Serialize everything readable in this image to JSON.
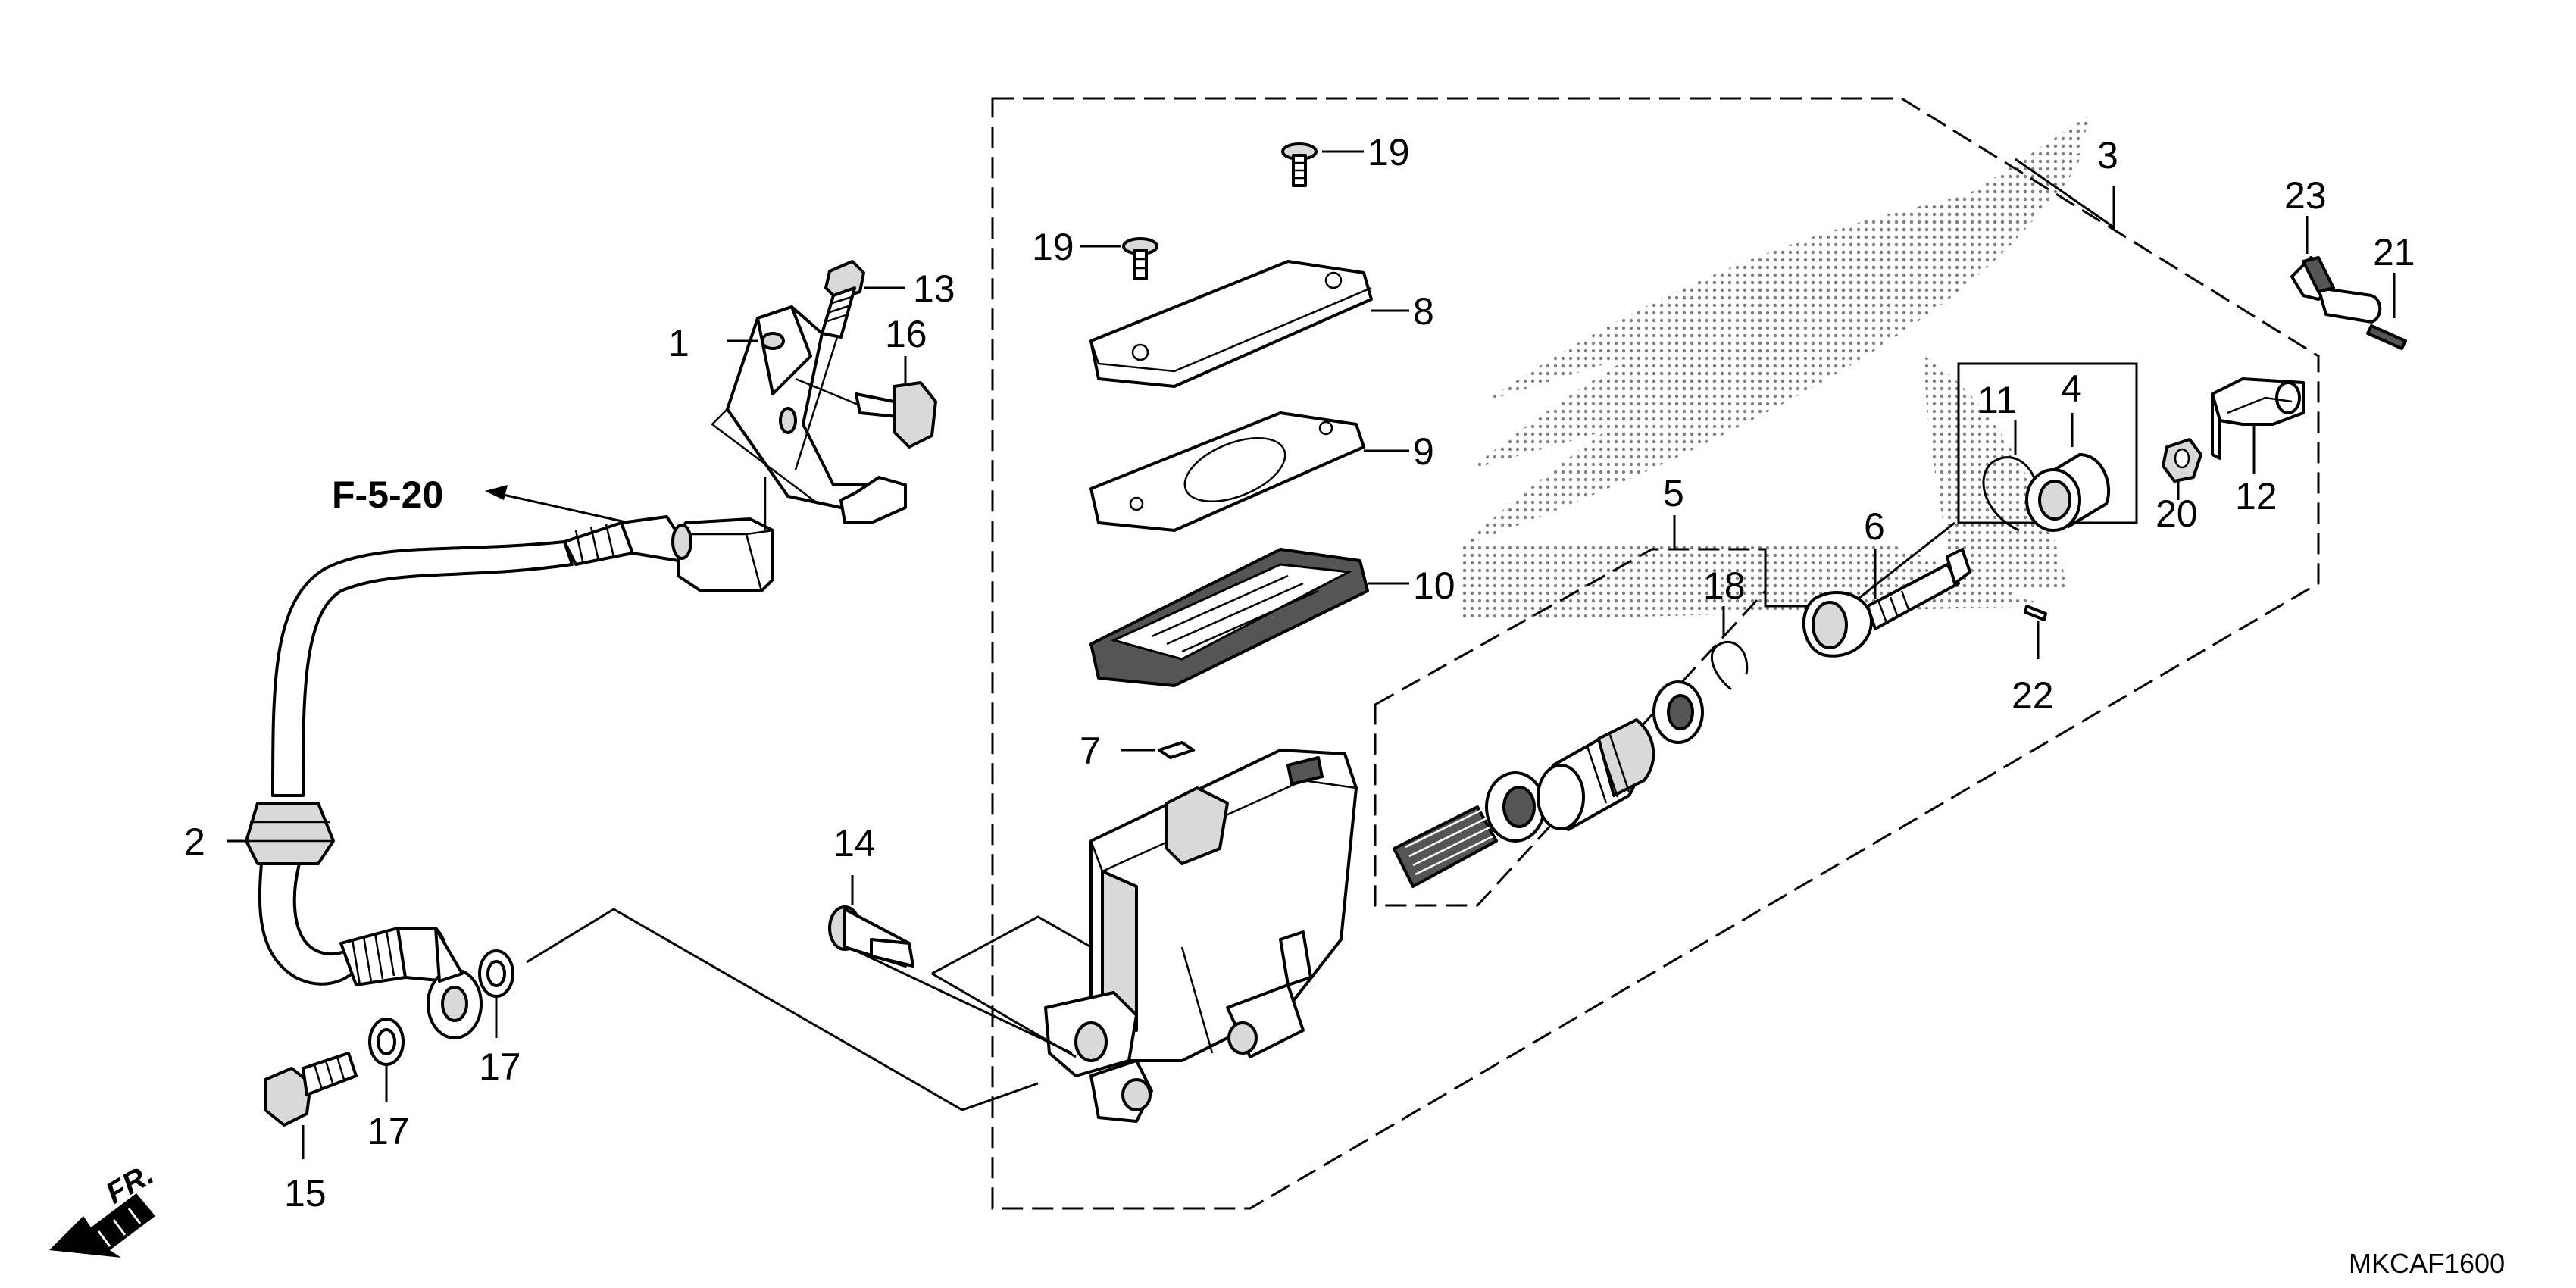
{
  "diagram": {
    "callouts": {
      "c1": "1",
      "c2": "2",
      "c3": "3",
      "c4": "4",
      "c5": "5",
      "c6": "6",
      "c7": "7",
      "c8": "8",
      "c9": "9",
      "c10": "10",
      "c11": "11",
      "c12": "12",
      "c13": "13",
      "c14": "14",
      "c15": "15",
      "c16": "16",
      "c17a": "17",
      "c17b": "17",
      "c18": "18",
      "c19a": "19",
      "c19b": "19",
      "c20": "20",
      "c21": "21",
      "c22": "22",
      "c23": "23"
    },
    "reference_label": "F-5-20",
    "direction_label": "FR.",
    "diagram_code": "MKCAF1600"
  }
}
